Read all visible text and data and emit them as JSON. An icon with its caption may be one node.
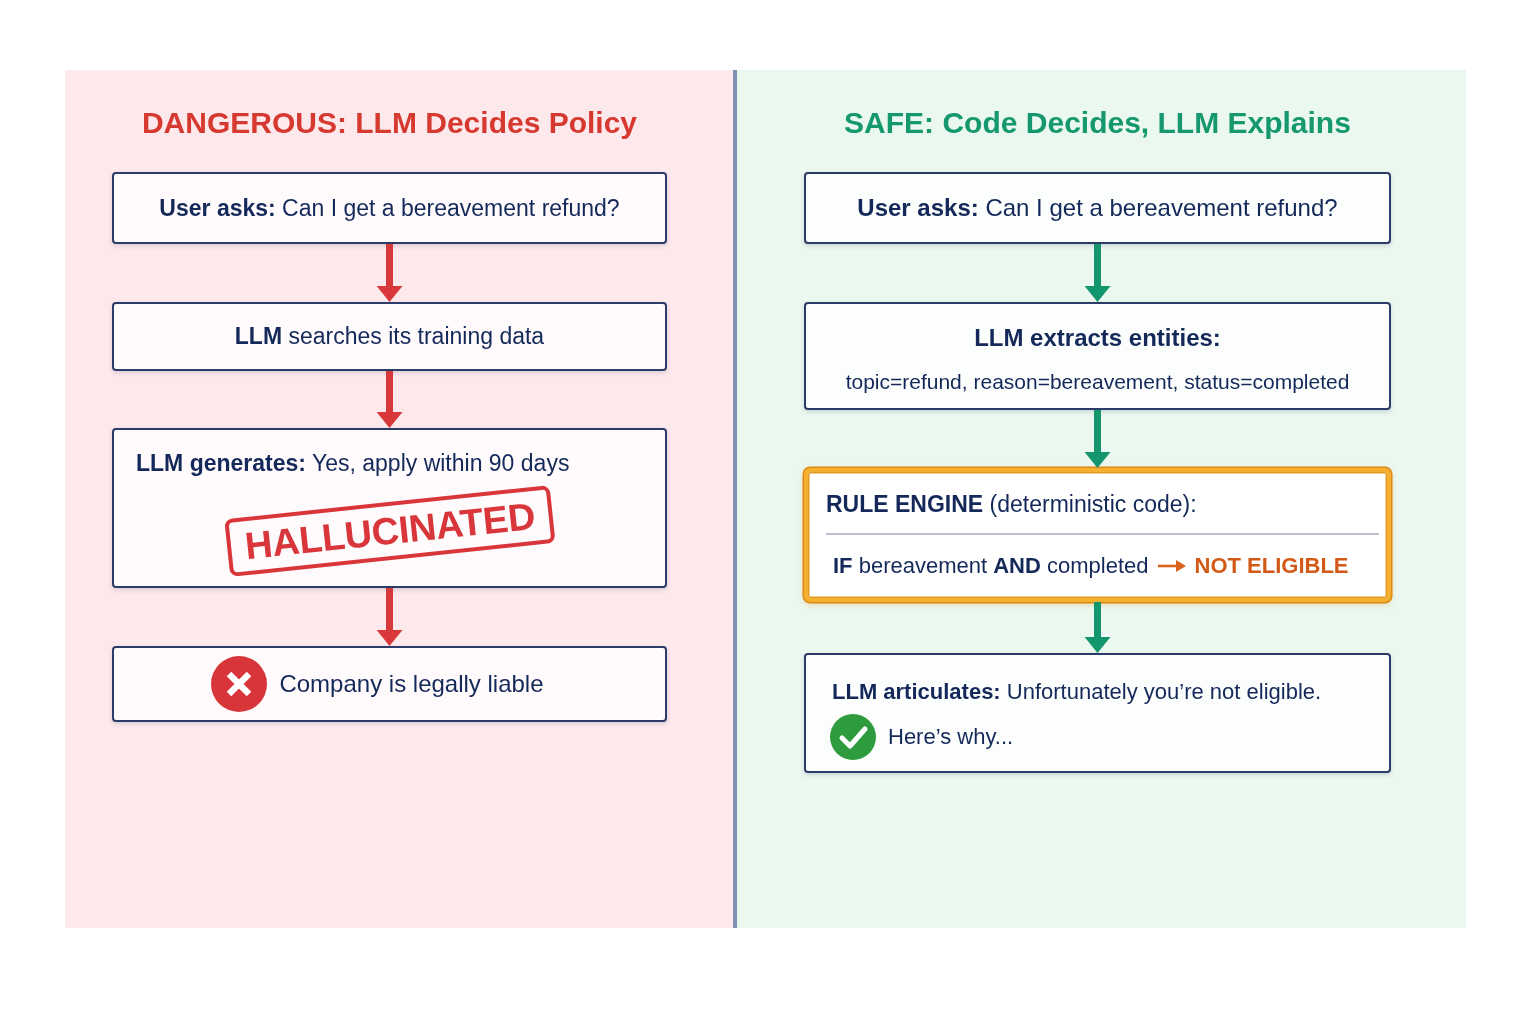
{
  "diagram": {
    "nodes": [
      {
        "text": [
          "DANGEROUS: LLM Decides Policy"
        ]
      },
      {
        "text": [
          "**User asks:** Can I get a bereavement refund?"
        ],
        "in": 0
      },
      {
        "text": [
          "**LLM** searches its training data"
        ],
        "in": 0
      },
      {
        "text": [
          "**LLM generates:** Yes, apply within 90 days",
          "HALLUCINATED"
        ],
        "in": 0
      },
      {
        "text": [
          "Company is legally liable"
        ],
        "in": 0
      },
      {
        "text": [
          "SAFE: Code Decides, LLM Explains"
        ]
      },
      {
        "text": [
          "**User asks:** Can I get a bereavement refund?"
        ],
        "in": 5
      },
      {
        "text": [
          "LLM extracts entities:",
          "topic=refund, reason=bereavement, status=completed"
        ],
        "in": 5
      },
      {
        "text": [
          "**RULE ENGINE** (deterministic code):",
          "**IF** bereavement **AND** completed",
          "NOT ELIGIBLE"
        ],
        "in": 5
      },
      {
        "text": [
          "**LLM articulates:** Unfortunately you’re not eligible.",
          "Here’s why..."
        ],
        "in": 5
      }
    ],
    "edges": [
      {
        "from": 1,
        "to": 2,
        "arrow": "to",
        "color": "#d8383a"
      },
      {
        "from": 2,
        "to": 3,
        "arrow": "to",
        "color": "#d8383a"
      },
      {
        "from": 3,
        "to": 4,
        "arrow": "to",
        "color": "#d8383a"
      },
      {
        "from": 6,
        "to": 7,
        "arrow": "to",
        "color": "#13956e"
      },
      {
        "from": 7,
        "to": 8,
        "arrow": "to",
        "color": "#13956e"
      },
      {
        "from": 8,
        "to": 9,
        "arrow": "to",
        "color": "#13956e"
      }
    ]
  }
}
